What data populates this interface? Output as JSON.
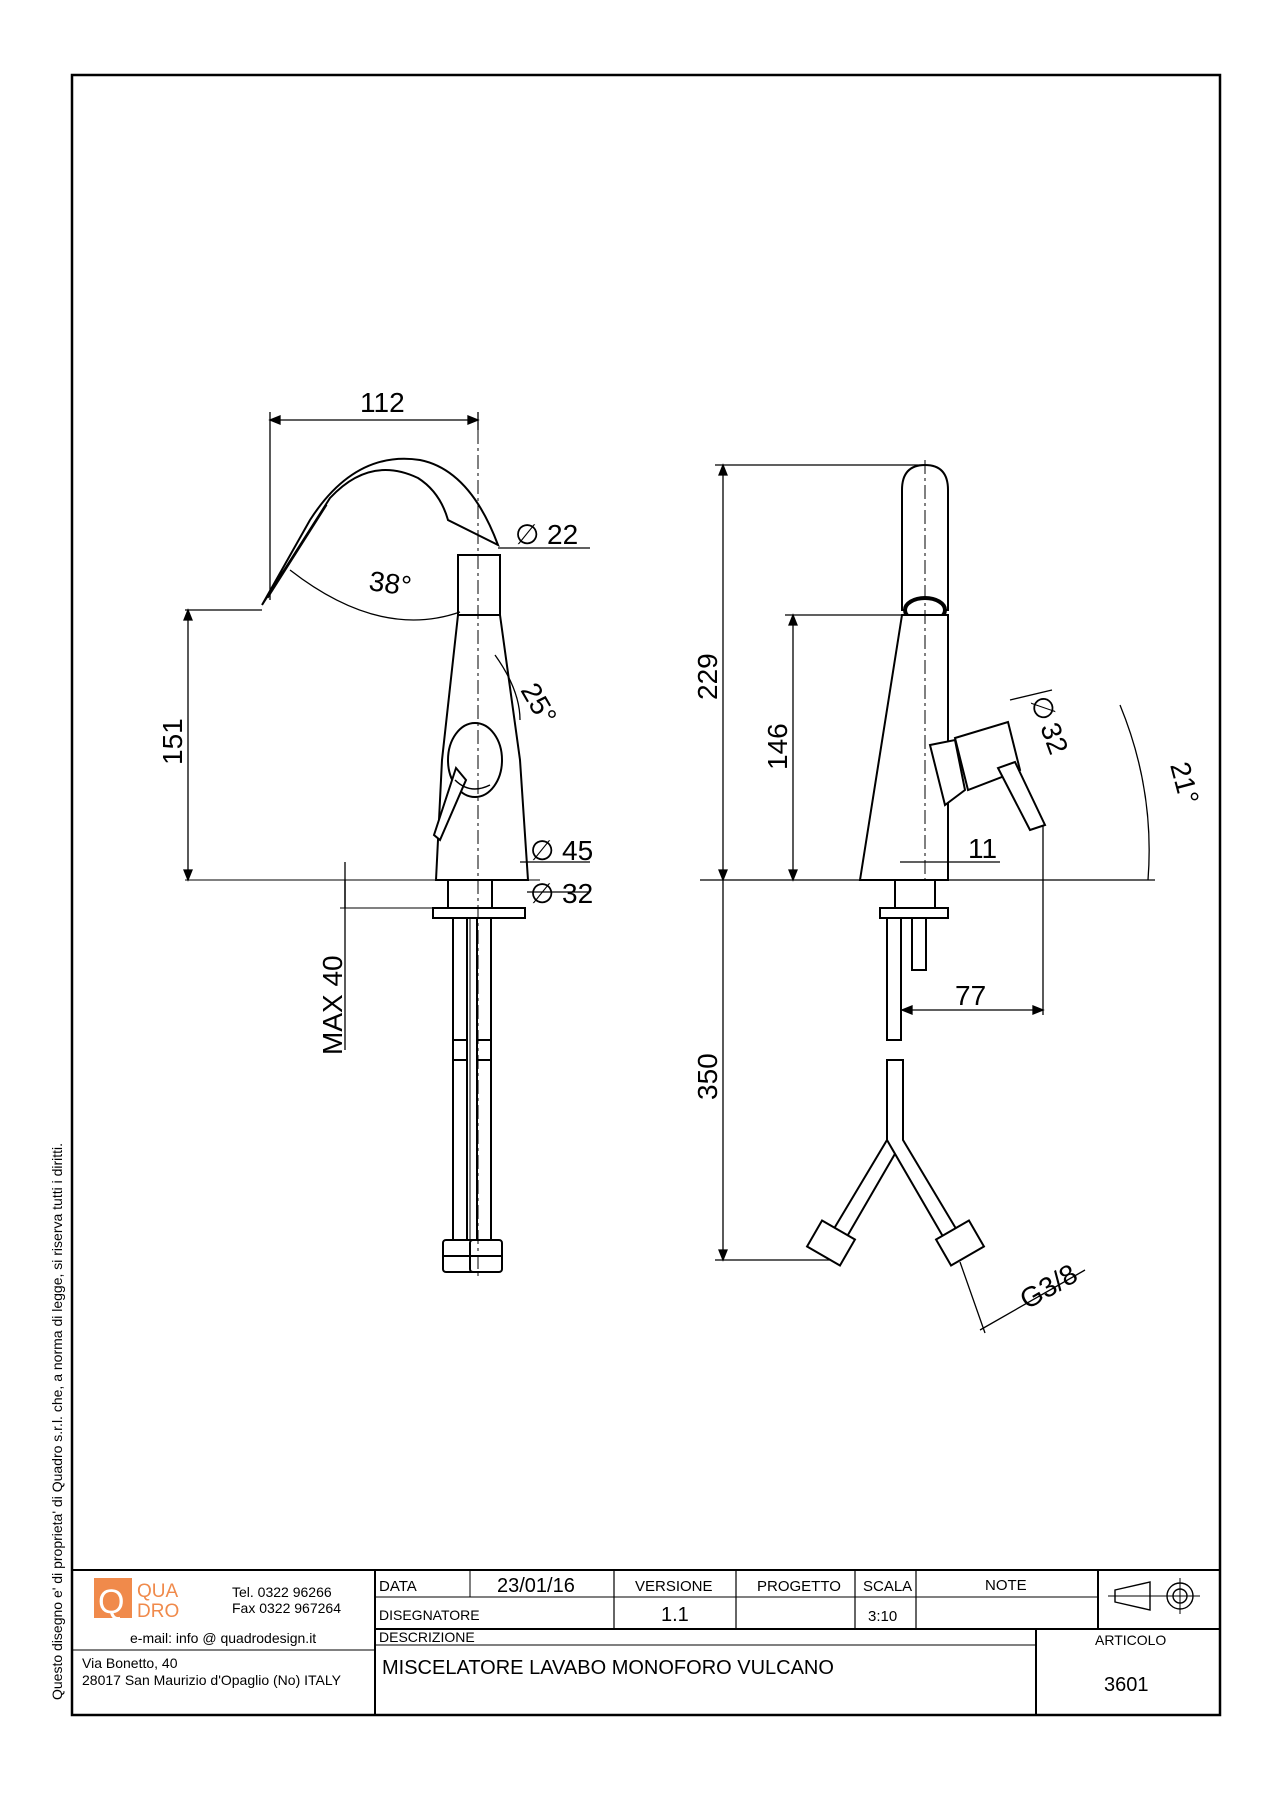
{
  "side_note": "Questo disegno e' di proprieta' di Quadro s.r.l. che, a norma di legge, si riserva tutti i diritti.",
  "front_view": {
    "dim_reach": "112",
    "dim_spout_diameter": "22",
    "dim_spout_angle": "38°",
    "dim_spout_height": "151",
    "dim_handle_angle": "25°",
    "dim_base_diameter": "45",
    "dim_shank_diameter": "32",
    "dim_max_deck": "MAX 40"
  },
  "side_view": {
    "dim_total_height": "229",
    "dim_handle_height": "146",
    "dim_handle_diameter": "32",
    "dim_handle_angle": "21°",
    "dim_offset": "11",
    "dim_handle_projection": "77",
    "dim_hose_length": "350",
    "dim_connection": "G3/8"
  },
  "title_block": {
    "logo_top": "QUA",
    "logo_bottom": "DRO",
    "logo_letter": "Q",
    "tel": "Tel. 0322 96266",
    "fax": "Fax 0322 967264",
    "email": "e-mail:  info @ quadrodesign.it",
    "address_line1": "Via Bonetto, 40",
    "address_line2": "28017 San Maurizio d'Opaglio (No) ITALY",
    "data_label": "DATA",
    "data_value": "23/01/16",
    "versione_label": "VERSIONE",
    "versione_value": "1.1",
    "progetto_label": "PROGETTO",
    "scala_label": "SCALA",
    "scala_value": "3:10",
    "note_label": "NOTE",
    "disegnatore_label": "DISEGNATORE",
    "descrizione_label": "DESCRIZIONE",
    "descrizione_value": "MISCELATORE LAVABO MONOFORO VULCANO",
    "articolo_label": "ARTICOLO",
    "articolo_value": "3601"
  }
}
